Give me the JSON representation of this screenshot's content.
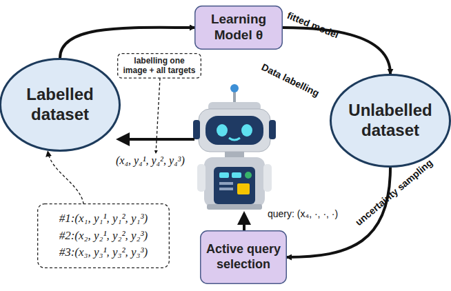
{
  "diagram": {
    "nodes": [
      {
        "text": [
          "Learning Model θ"
        ]
      },
      {
        "text": [
          "Labelled dataset"
        ]
      },
      {
        "text": [
          "Unlabelled dataset"
        ]
      },
      {
        "text": [
          "Active query selection"
        ]
      },
      {
        "text": [
          "labelling one image + all targets"
        ]
      },
      {
        "text": [
          "#1:(x₁, y₁¹, y₁², y₁³)",
          "#2:(x₂, y₂¹, y₂², y₂³)",
          "#3:(x₃, y₃¹, y₃², y₃³)"
        ]
      }
    ],
    "edges": [
      {
        "from": 1,
        "to": 0,
        "arrow": "to"
      },
      {
        "from": 0,
        "to": 2,
        "label": "fitted model",
        "arrow": "to"
      },
      {
        "from": 2,
        "to": 3,
        "label": "uncertainty sampling",
        "arrow": "to"
      },
      {
        "from": 5,
        "to": 1,
        "arrow": "to"
      }
    ],
    "labels": [
      "Data labelling",
      "(x₄, y₄¹, y₄², y₄³)",
      "query: (x₄, ·, ·, ·)"
    ]
  }
}
